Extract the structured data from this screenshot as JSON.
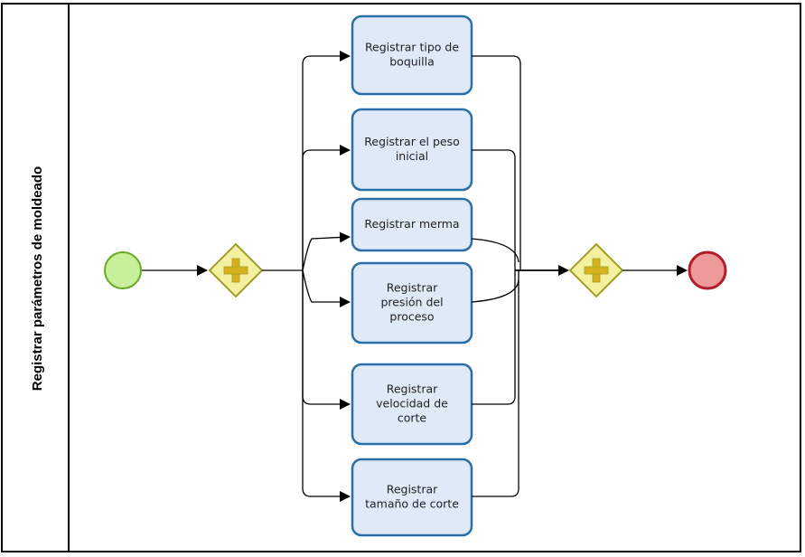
{
  "pool": {
    "label": "Registrar parámetros de moldeado"
  },
  "colors": {
    "task_fill": "#dfe9f8",
    "task_stroke": "#2a6fa8",
    "gateway_fill": "#f3f0a0",
    "gateway_stroke": "#a09e2a",
    "gateway_plus": "#d4b21c",
    "start_fill": "#c8ef9a",
    "start_stroke": "#6aa82a",
    "end_fill": "#ef9a9a",
    "end_stroke": "#b01e2a"
  },
  "tasks": [
    {
      "lines": [
        "Registrar tipo de",
        "boquilla"
      ]
    },
    {
      "lines": [
        "Registrar el peso",
        "inicial"
      ]
    },
    {
      "lines": [
        "Registrar merma"
      ]
    },
    {
      "lines": [
        "Registrar",
        "presión del",
        "proceso"
      ]
    },
    {
      "lines": [
        "Registrar",
        "velocidad de",
        "corte"
      ]
    },
    {
      "lines": [
        "Registrar",
        "tamaño de corte"
      ]
    }
  ]
}
